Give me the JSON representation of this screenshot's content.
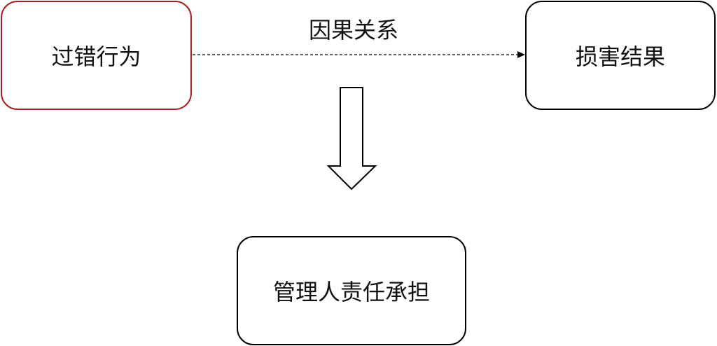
{
  "nodes": {
    "fault": "过错行为",
    "damage": "损害结果",
    "liability": "管理人责任承担"
  },
  "edge_label": "因果关系",
  "colors": {
    "fault_border": "#a52020",
    "border": "#000000"
  }
}
